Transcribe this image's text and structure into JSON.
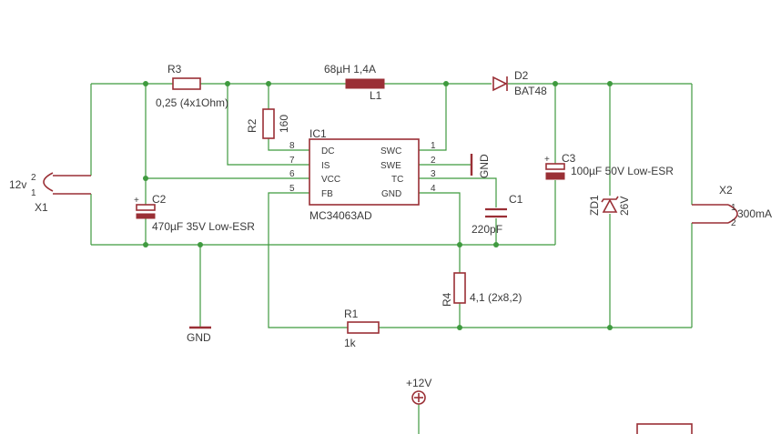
{
  "components": {
    "r3": {
      "name": "R3",
      "value": "0,25 (4x1Ohm)"
    },
    "l1": {
      "name": "L1",
      "value": "68µH 1,4A"
    },
    "d2": {
      "name": "D2",
      "value": "BAT48"
    },
    "r2": {
      "name": "R2",
      "value": "160"
    },
    "ic1": {
      "name": "IC1",
      "value": "MC34063AD",
      "pins_left": [
        "DC",
        "IS",
        "VCC",
        "FB"
      ],
      "pins_right": [
        "SWC",
        "SWE",
        "TC",
        "GND"
      ],
      "pin_nums_left": [
        "8",
        "7",
        "6",
        "5"
      ],
      "pin_nums_right": [
        "1",
        "2",
        "3",
        "4"
      ]
    },
    "c1": {
      "name": "C1",
      "value": "220pF"
    },
    "c2": {
      "name": "C2",
      "value": "470µF 35V Low-ESR",
      "polarity": "+"
    },
    "c3": {
      "name": "C3",
      "value": "100µF 50V Low-ESR",
      "polarity": "+"
    },
    "zd1": {
      "name": "ZD1",
      "value": "26V"
    },
    "r4": {
      "name": "R4",
      "value": "4,1 (2x8,2)"
    },
    "r1": {
      "name": "R1",
      "value": "1k"
    },
    "x1": {
      "name": "X1",
      "voltage": "12v",
      "pin1": "1",
      "pin2": "2"
    },
    "x2": {
      "name": "X2",
      "current": "300mA",
      "pin1": "1",
      "pin2": "2"
    }
  },
  "power": {
    "gnd_main": "GND",
    "gnd_ic": "GND",
    "vplus": "+12V"
  },
  "colors": {
    "wire": "#3f9a3f",
    "part": "#9a2f35",
    "text": "#3a3a3a"
  }
}
